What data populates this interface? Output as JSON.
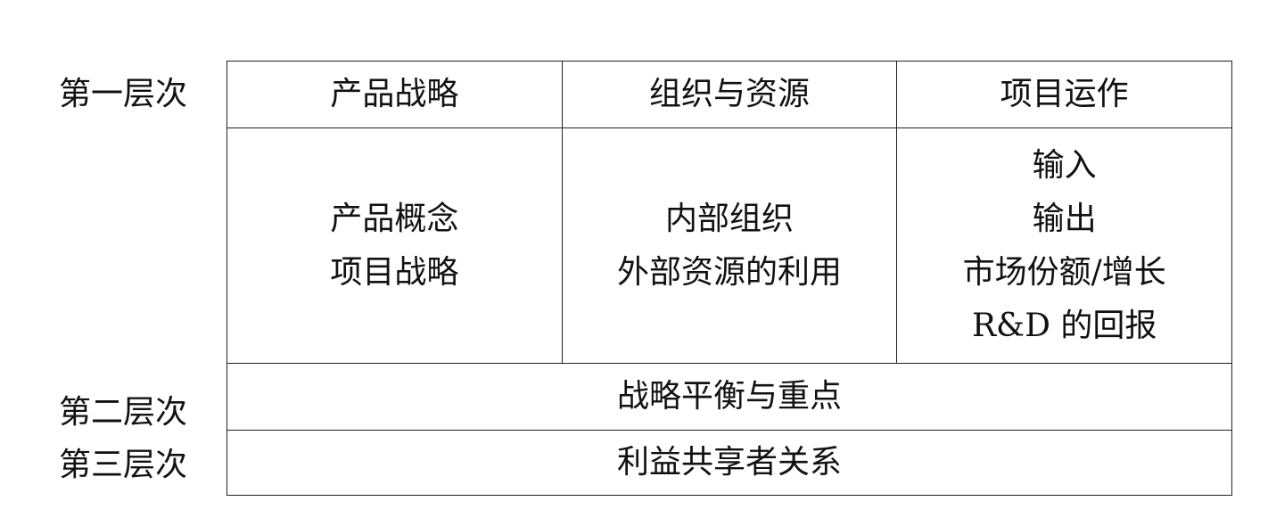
{
  "levels": {
    "first": "第一层次",
    "second": "第二层次",
    "third": "第三层次"
  },
  "header": {
    "col1": "产品战略",
    "col2": "组织与资源",
    "col3": "项目运作"
  },
  "detail": {
    "col1": [
      "产品概念",
      "项目战略"
    ],
    "col2": [
      "内部组织",
      "外部资源的利用"
    ],
    "col3": [
      "输入",
      "输出",
      "市场份额/增长",
      "R&D 的回报"
    ]
  },
  "balance": "战略平衡与重点",
  "stakeholders": "利益共享者关系"
}
